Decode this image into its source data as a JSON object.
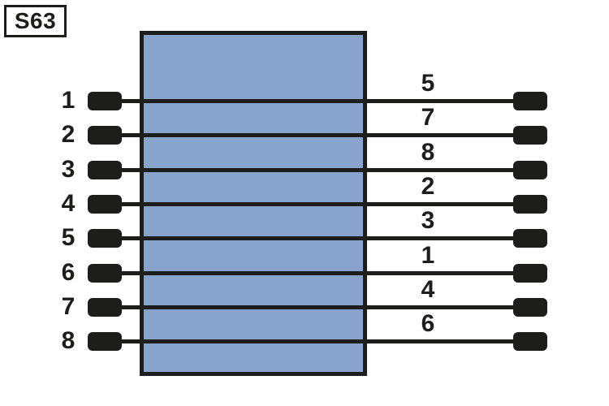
{
  "diagram": {
    "component_label": "S63",
    "colors": {
      "background": "#ffffff",
      "box_fill": "#88a4cd",
      "ink": "#1d1d1b"
    },
    "rows": [
      {
        "left_pin": "1",
        "right_pin": "5"
      },
      {
        "left_pin": "2",
        "right_pin": "7"
      },
      {
        "left_pin": "3",
        "right_pin": "8"
      },
      {
        "left_pin": "4",
        "right_pin": "2"
      },
      {
        "left_pin": "5",
        "right_pin": "3"
      },
      {
        "left_pin": "6",
        "right_pin": "1"
      },
      {
        "left_pin": "7",
        "right_pin": "4"
      },
      {
        "left_pin": "8",
        "right_pin": "6"
      }
    ]
  }
}
